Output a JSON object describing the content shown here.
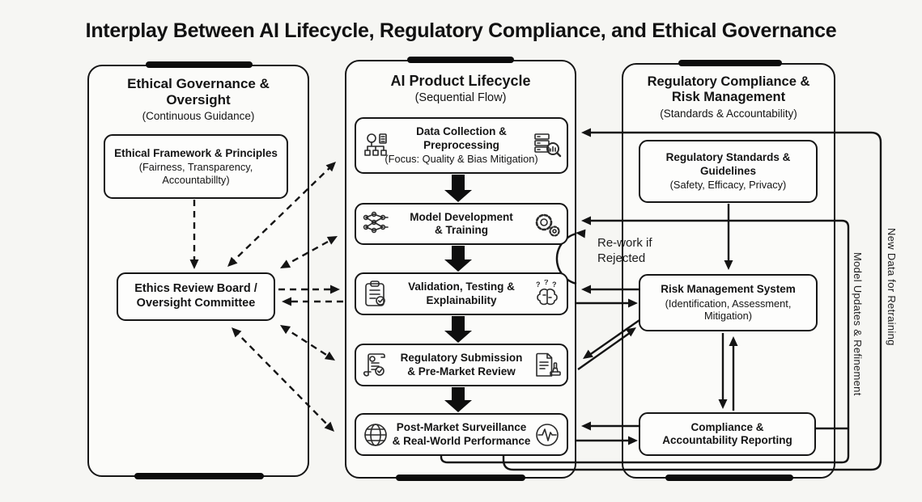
{
  "title": "Interplay Between AI Lifecycle, Regulatory Compliance, and Ethical Governance",
  "ethical_panel": {
    "title": "Ethical Governance &\nOversight",
    "subtitle": "(Continuous Guidance)",
    "framework_box": {
      "title": "Ethical Framework & Principles",
      "subtitle": "(Fairness, Transparency,\nAccountabillty)"
    },
    "board_box": {
      "title": "Ethics Review Board /\nOversight Committee"
    }
  },
  "lifecycle_panel": {
    "title": "AI Product Lifecycle",
    "subtitle": "(Sequential Flow)",
    "stages": [
      {
        "title": "Data Collection &\nPreprocessing",
        "subtitle": "(Focus: Quality & Bias Mitigation)",
        "left_icon": "data-network-icon",
        "right_icon": "database-search-icon"
      },
      {
        "title": "Model Development\n& Training",
        "left_icon": "neural-network-icon",
        "right_icon": "gears-icon"
      },
      {
        "title": "Validation, Testing &\nExplainability",
        "left_icon": "checklist-clipboard-icon",
        "right_icon": "question-brain-icon"
      },
      {
        "title": "Regulatory Submission\n& Pre-Market Review",
        "left_icon": "certified-scroll-icon",
        "right_icon": "stamped-document-icon"
      },
      {
        "title": "Post-Market Surveillance\n& Real-World Performance",
        "left_icon": "globe-icon",
        "right_icon": "pulse-monitor-icon"
      }
    ]
  },
  "regulatory_panel": {
    "title": "Regulatory Compliance &\nRisk Management",
    "subtitle": "(Standards & Accountability)",
    "standards_box": {
      "title": "Regulatory Standards &\nGuidelines",
      "subtitle": "(Safety, Efficacy, Privacy)"
    },
    "risk_box": {
      "title": "Risk Management System",
      "subtitle": "(Identification, Assessment,\nMitigation)"
    },
    "compliance_box": {
      "title": "Compliance &\nAccountability Reporting"
    }
  },
  "annotations": {
    "rework": "Re-work if Rejected",
    "model_updates": "Model Updates & Refinement",
    "new_data": "New Data for Retraining"
  },
  "colors": {
    "ink": "#141414",
    "background": "#f6f6f3",
    "panel_fill": "#fbfbf9",
    "box_fill": "#fdfdfc"
  }
}
